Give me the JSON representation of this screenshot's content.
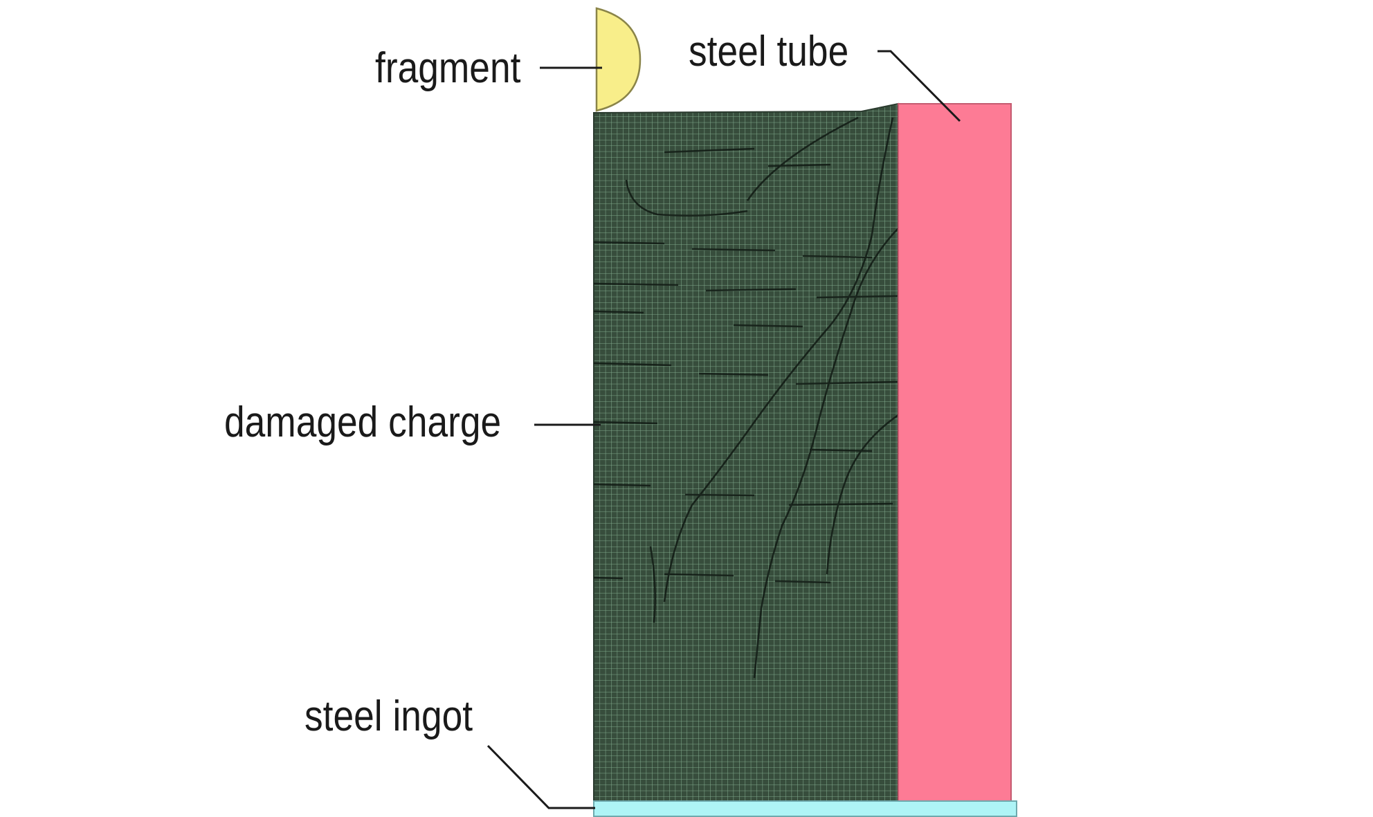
{
  "labels": {
    "fragment": "fragment",
    "steel_tube": "steel tube",
    "damaged_charge": "damaged charge",
    "steel_ingot": "steel ingot"
  },
  "colors": {
    "fragment": "#f8ee8a",
    "steel_tube": "#fd7b95",
    "charge_fill": "#374d3c",
    "mesh_line": "#7fa88a",
    "crack": "#111a14",
    "steel_ingot": "#aef4f6",
    "leader": "#1a1a1a"
  }
}
